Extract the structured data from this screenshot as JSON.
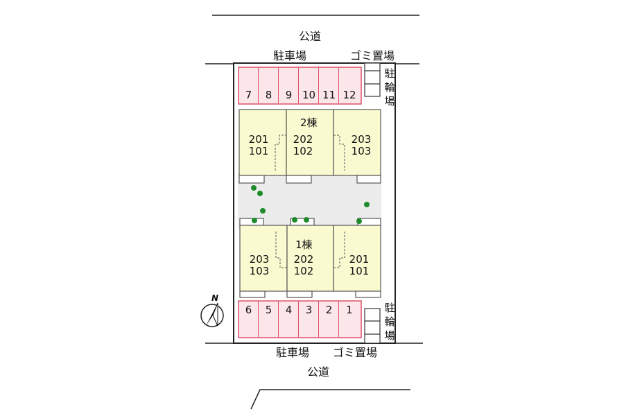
{
  "roads": {
    "top": "公道",
    "bottom": "公道"
  },
  "parking_label_top": "駐車場",
  "parking_label_bottom": "駐車場",
  "garbage_label_top": "ゴミ置場",
  "garbage_label_bottom": "ゴミ置場",
  "bicycle_top": [
    "駐",
    "輪",
    "場"
  ],
  "bicycle_bottom": [
    "駐",
    "輪",
    "場"
  ],
  "parking_top": [
    "7",
    "8",
    "9",
    "10",
    "11",
    "12"
  ],
  "parking_bottom": [
    "6",
    "5",
    "4",
    "3",
    "2",
    "1"
  ],
  "building2": {
    "name": "2棟",
    "units": [
      {
        "upper": "201",
        "lower": "101"
      },
      {
        "upper": "202",
        "lower": "102"
      },
      {
        "upper": "203",
        "lower": "103"
      }
    ]
  },
  "building1": {
    "name": "1棟",
    "units": [
      {
        "upper": "203",
        "lower": "103"
      },
      {
        "upper": "202",
        "lower": "102"
      },
      {
        "upper": "201",
        "lower": "101"
      }
    ]
  },
  "compass": {
    "label": "N"
  },
  "colors": {
    "parking_fill": "#fbe6ea",
    "parking_border": "#e0506a",
    "building_fill": "#fafad0",
    "courtyard": "#ececec",
    "trees": "#1e8c2a"
  }
}
